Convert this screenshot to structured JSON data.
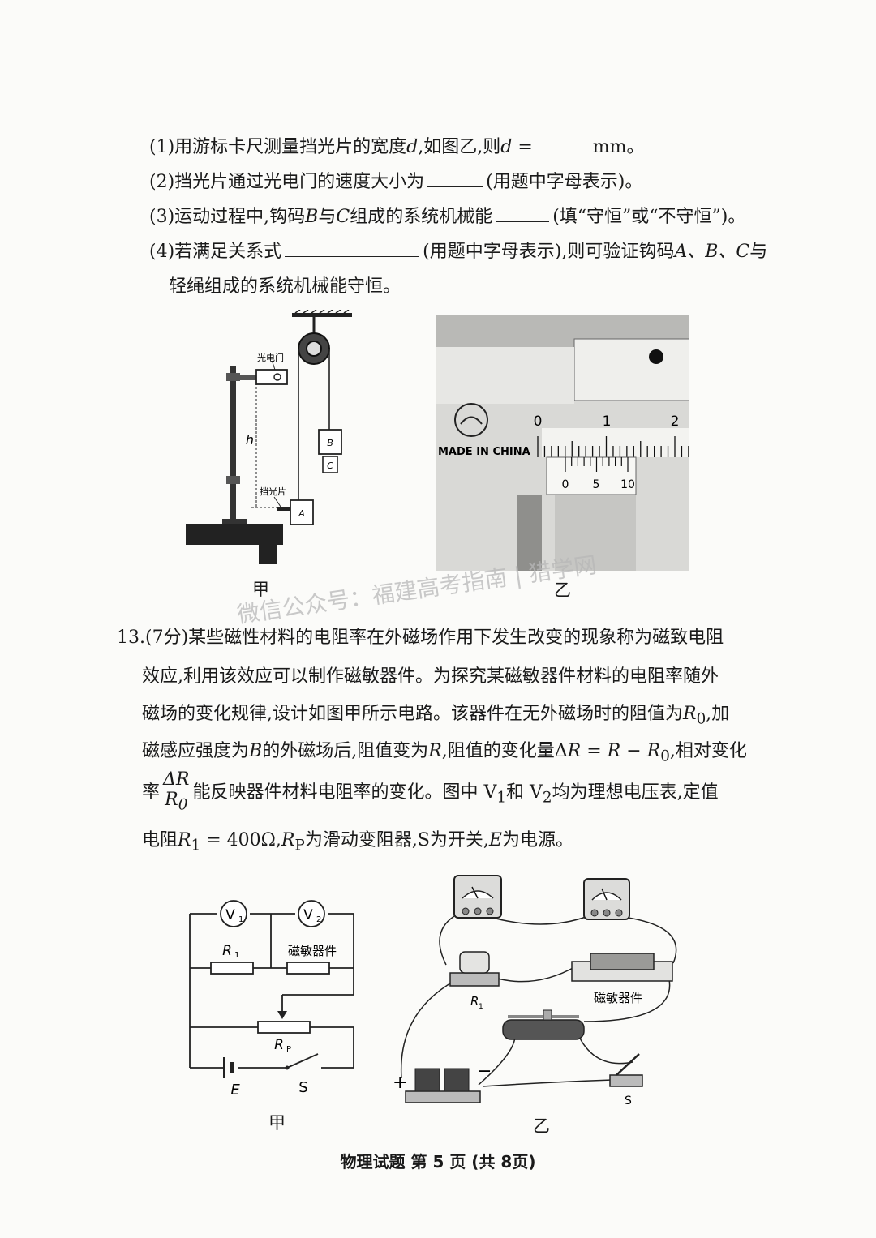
{
  "q12": {
    "p1_pre": "(1)用游标卡尺测量挡光片的宽度",
    "p1_var": "d",
    "p1_mid": ",如图乙,则",
    "p1_eq": "d =",
    "p1_unit": "mm。",
    "p2_pre": "(2)挡光片通过光电门的速度大小为",
    "p2_post": "(用题中字母表示)。",
    "p3_pre": "(3)运动过程中,钩码",
    "p3_b": "B",
    "p3_mid": "与",
    "p3_c": "C",
    "p3_mid2": "组成的系统机械能",
    "p3_post": "(填“守恒”或“不守恒”)。",
    "p4_pre": "(4)若满足关系式",
    "p4_post": "(用题中字母表示),则可验证钩码",
    "p4_abc": "A、B、C",
    "p4_end": "与",
    "p4_line2": "轻绳组成的系统机械能守恒。"
  },
  "fig1": {
    "label_gate": "光电门",
    "label_h": "h",
    "label_slit": "挡光片",
    "label_A": "A",
    "label_B": "B",
    "label_C": "C",
    "caption": "甲"
  },
  "fig2": {
    "made_in": "MADE IN CHINA",
    "main_0": "0",
    "main_1": "1",
    "main_2": "2",
    "vern_0": "0",
    "vern_5": "5",
    "vern_10": "10",
    "caption": "乙"
  },
  "q13": {
    "l1": "13.(7分)某些磁性材料的电阻率在外磁场作用下发生改变的现象称为磁致电阻",
    "l2": "效应,利用该效应可以制作磁敏器件。为探究某磁敏器件材料的电阻率随外",
    "l3_pre": "磁场的变化规律,设计如图甲所示电路。该器件在无外磁场时的阻值为",
    "l3_r0": "R",
    "l3_r0sub": "0",
    "l3_end": ",加",
    "l4_a": "磁感应强度为",
    "l4_b": "B",
    "l4_c": "的外磁场后,阻值变为",
    "l4_d": "R",
    "l4_e": ",阻值的变化量Δ",
    "l4_f": "R = R − R",
    "l4_fsub": "0",
    "l4_g": ",相对变化",
    "l5_pre": "率",
    "l5_num": "ΔR",
    "l5_den": "R",
    "l5_densub": "0",
    "l5_a": "能反映器件材料电阻率的变化。图中 V",
    "l5_sub1": "1",
    "l5_b": "和 V",
    "l5_sub2": "2",
    "l5_c": "均为理想电压表,定值",
    "l6_a": "电阻",
    "l6_b": "R",
    "l6_bsub": "1",
    "l6_c": " = 400Ω,",
    "l6_d": "R",
    "l6_dsub": "P",
    "l6_e": "为滑动变阻器,S为开关,",
    "l6_f": "E",
    "l6_g": "为电源。"
  },
  "fig3": {
    "v1": "V",
    "v1sub": "1",
    "v2": "V",
    "v2sub": "2",
    "r1": "R",
    "r1sub": "1",
    "device": "磁敏器件",
    "rp": "R",
    "rpsub": "P",
    "e": "E",
    "s": "S",
    "caption": "甲"
  },
  "fig4": {
    "r1": "R",
    "r1sub": "1",
    "device": "磁敏器件",
    "plus": "+",
    "minus": "−",
    "s": "S",
    "caption": "乙"
  },
  "footer": "物理试题 第 5 页 (共 8页)",
  "watermark": "微信公众号：福建高考指南 | 猎学网"
}
